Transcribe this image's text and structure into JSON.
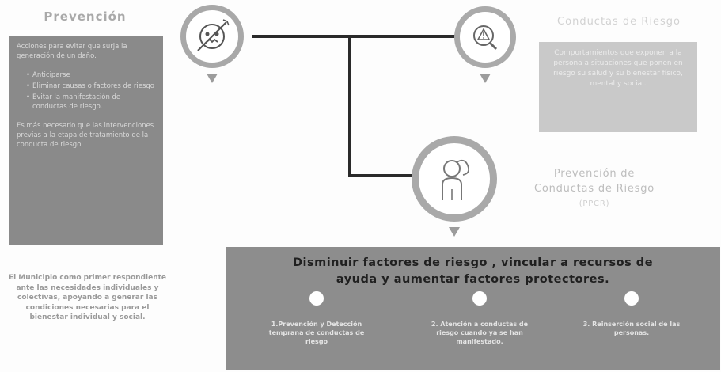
{
  "left": {
    "title": "Prevención",
    "box_intro": "Acciones para evitar que surja la generación de un daño.",
    "box_bullets": [
      "Anticiparse",
      "Eliminar causas o factores de riesgo",
      "Evitar la manifestación de conductas de riesgo."
    ],
    "box_outro": "Es más necesario que las intervenciones previas a la etapa de tratamiento de la conducta de riesgo.",
    "note": "El Municipio como primer respondiente ante las necesidades individuales y colectivas, apoyando a generar las condiciones necesarias para el bienestar individual y social."
  },
  "risk": {
    "title": "Conductas de Riesgo",
    "description": "Comportamientos que exponen a la persona a situaciones que ponen en riesgo su salud y su bienestar físico, mental y social."
  },
  "program": {
    "title_line1": "Prevención de",
    "title_line2": "Conductas de Riesgo",
    "acronym": "(PPCR)"
  },
  "band": {
    "title_line1": "Disminuir factores de riesgo , vincular a recursos de",
    "title_line2": "ayuda y aumentar factores protectores.",
    "items": [
      "1.Prevención y Detección temprana de conductas de riesgo",
      "2. Atención a conductas de riesgo cuando ya se han manifestado.",
      "3. Reinserción social de las personas."
    ]
  },
  "icons": {
    "pin_left": "no-risk-icon",
    "pin_risk": "warning-magnifier-icon",
    "pin_program": "person-brain-icon"
  },
  "colors": {
    "dark_box": "#8a8a8a",
    "light_box": "#c9c9c9",
    "band": "#8d8d8d",
    "connector": "#2a2a2a",
    "pin_ring": "#a8a8a8"
  }
}
